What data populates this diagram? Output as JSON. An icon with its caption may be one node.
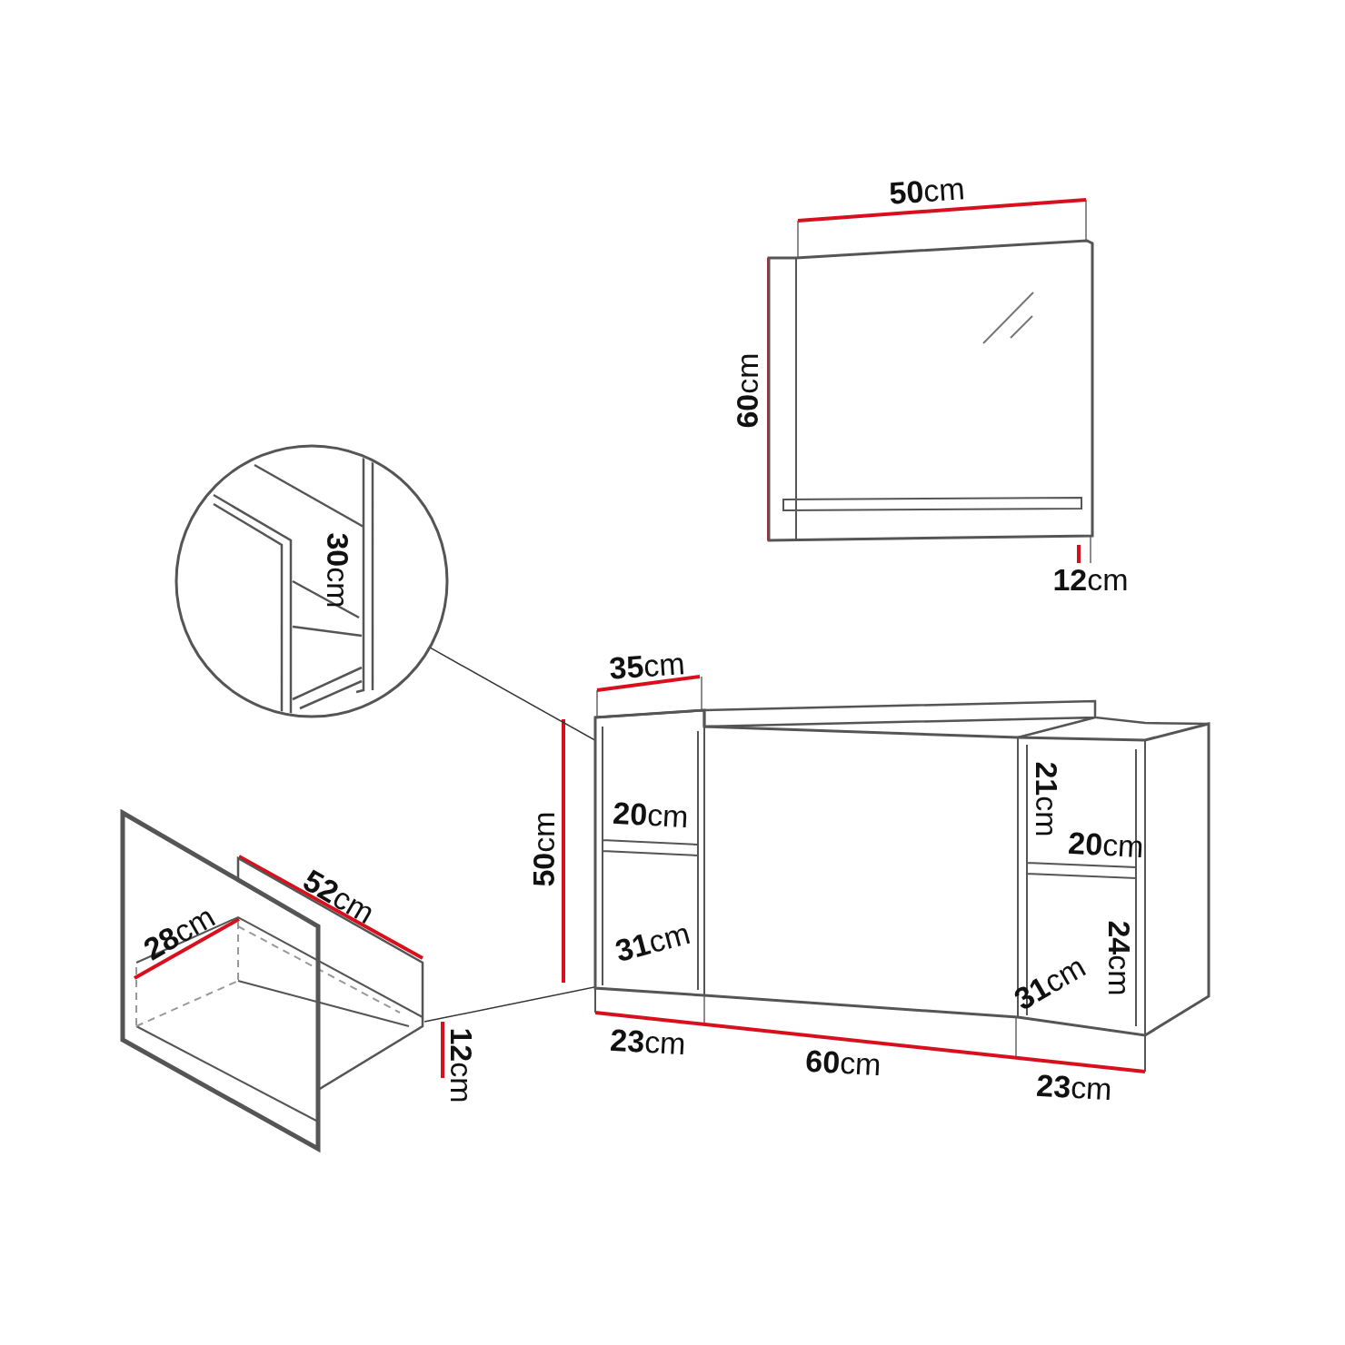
{
  "diagram": {
    "nodes": [
      {
        "text": [],
        "shape": "picture"
      },
      {
        "text": [],
        "shape": "circle"
      },
      {
        "text": [],
        "shape": "picture"
      },
      {
        "text": [],
        "shape": "picture"
      }
    ],
    "edges": [
      {
        "from": 1,
        "to": 2,
        "arrow": "none"
      },
      {
        "from": 3,
        "to": 2,
        "arrow": "none"
      }
    ],
    "labels": [
      "**50**cm",
      "**60**cm",
      "**12**cm",
      "**30**cm",
      "**35**cm",
      "**21**cm",
      "**20**cm",
      "**20**cm",
      "**50**cm",
      "**52**cm",
      "**28**cm",
      "**31**cm",
      "**24**cm",
      "**31**cm",
      "**12**cm",
      "**23**cm",
      "**60**cm",
      "**23**cm"
    ]
  }
}
